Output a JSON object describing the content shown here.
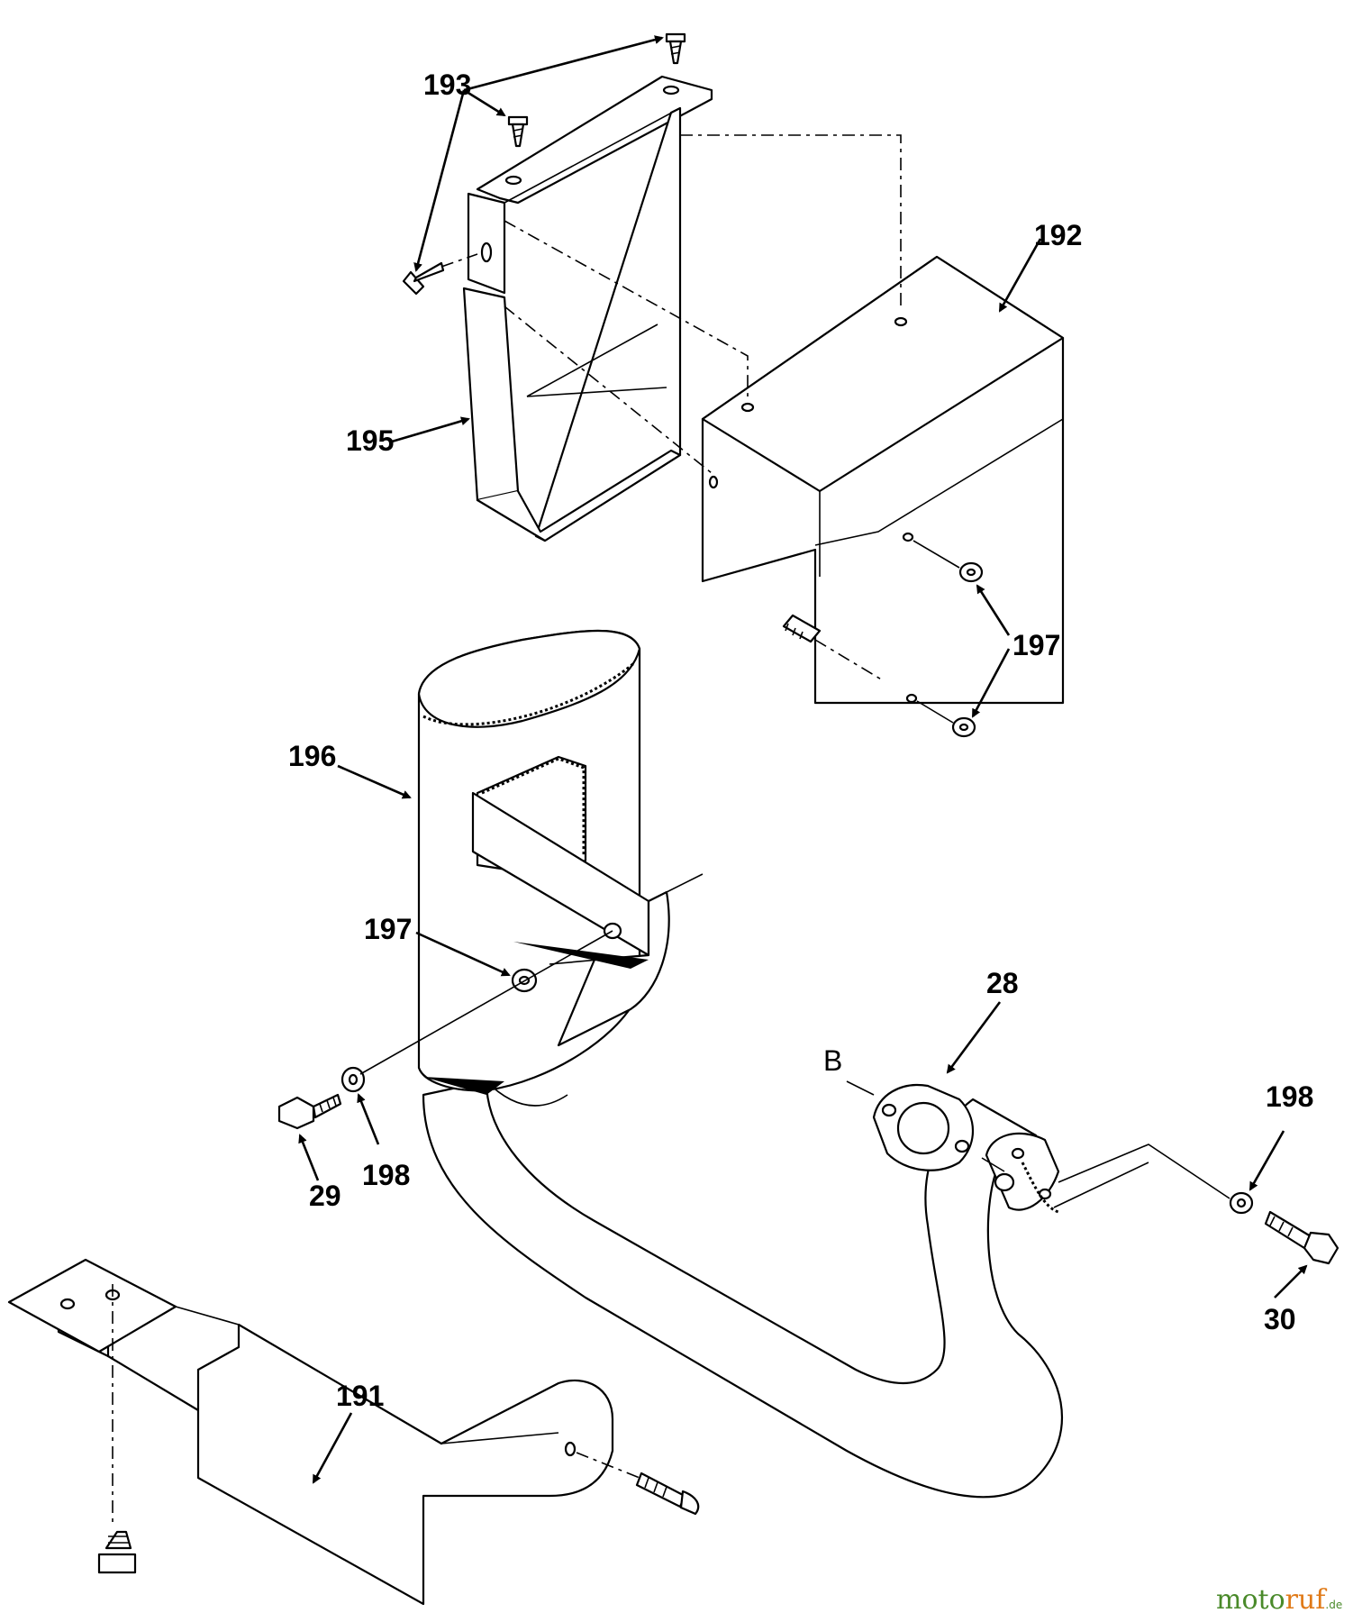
{
  "callouts": {
    "c191": "191",
    "c192": "192",
    "c193": "193",
    "c195": "195",
    "c196": "196",
    "c197_top": "197",
    "c197_mid": "197",
    "c198_left": "198",
    "c198_right": "198",
    "c28": "28",
    "c29": "29",
    "c30": "30",
    "cB": "B"
  },
  "watermark": {
    "part1": "moto",
    "part2": "ruf",
    "suffix": ".de"
  },
  "colors": {
    "watermark_green": "#4a8a2a",
    "watermark_orange": "#e07a18"
  }
}
